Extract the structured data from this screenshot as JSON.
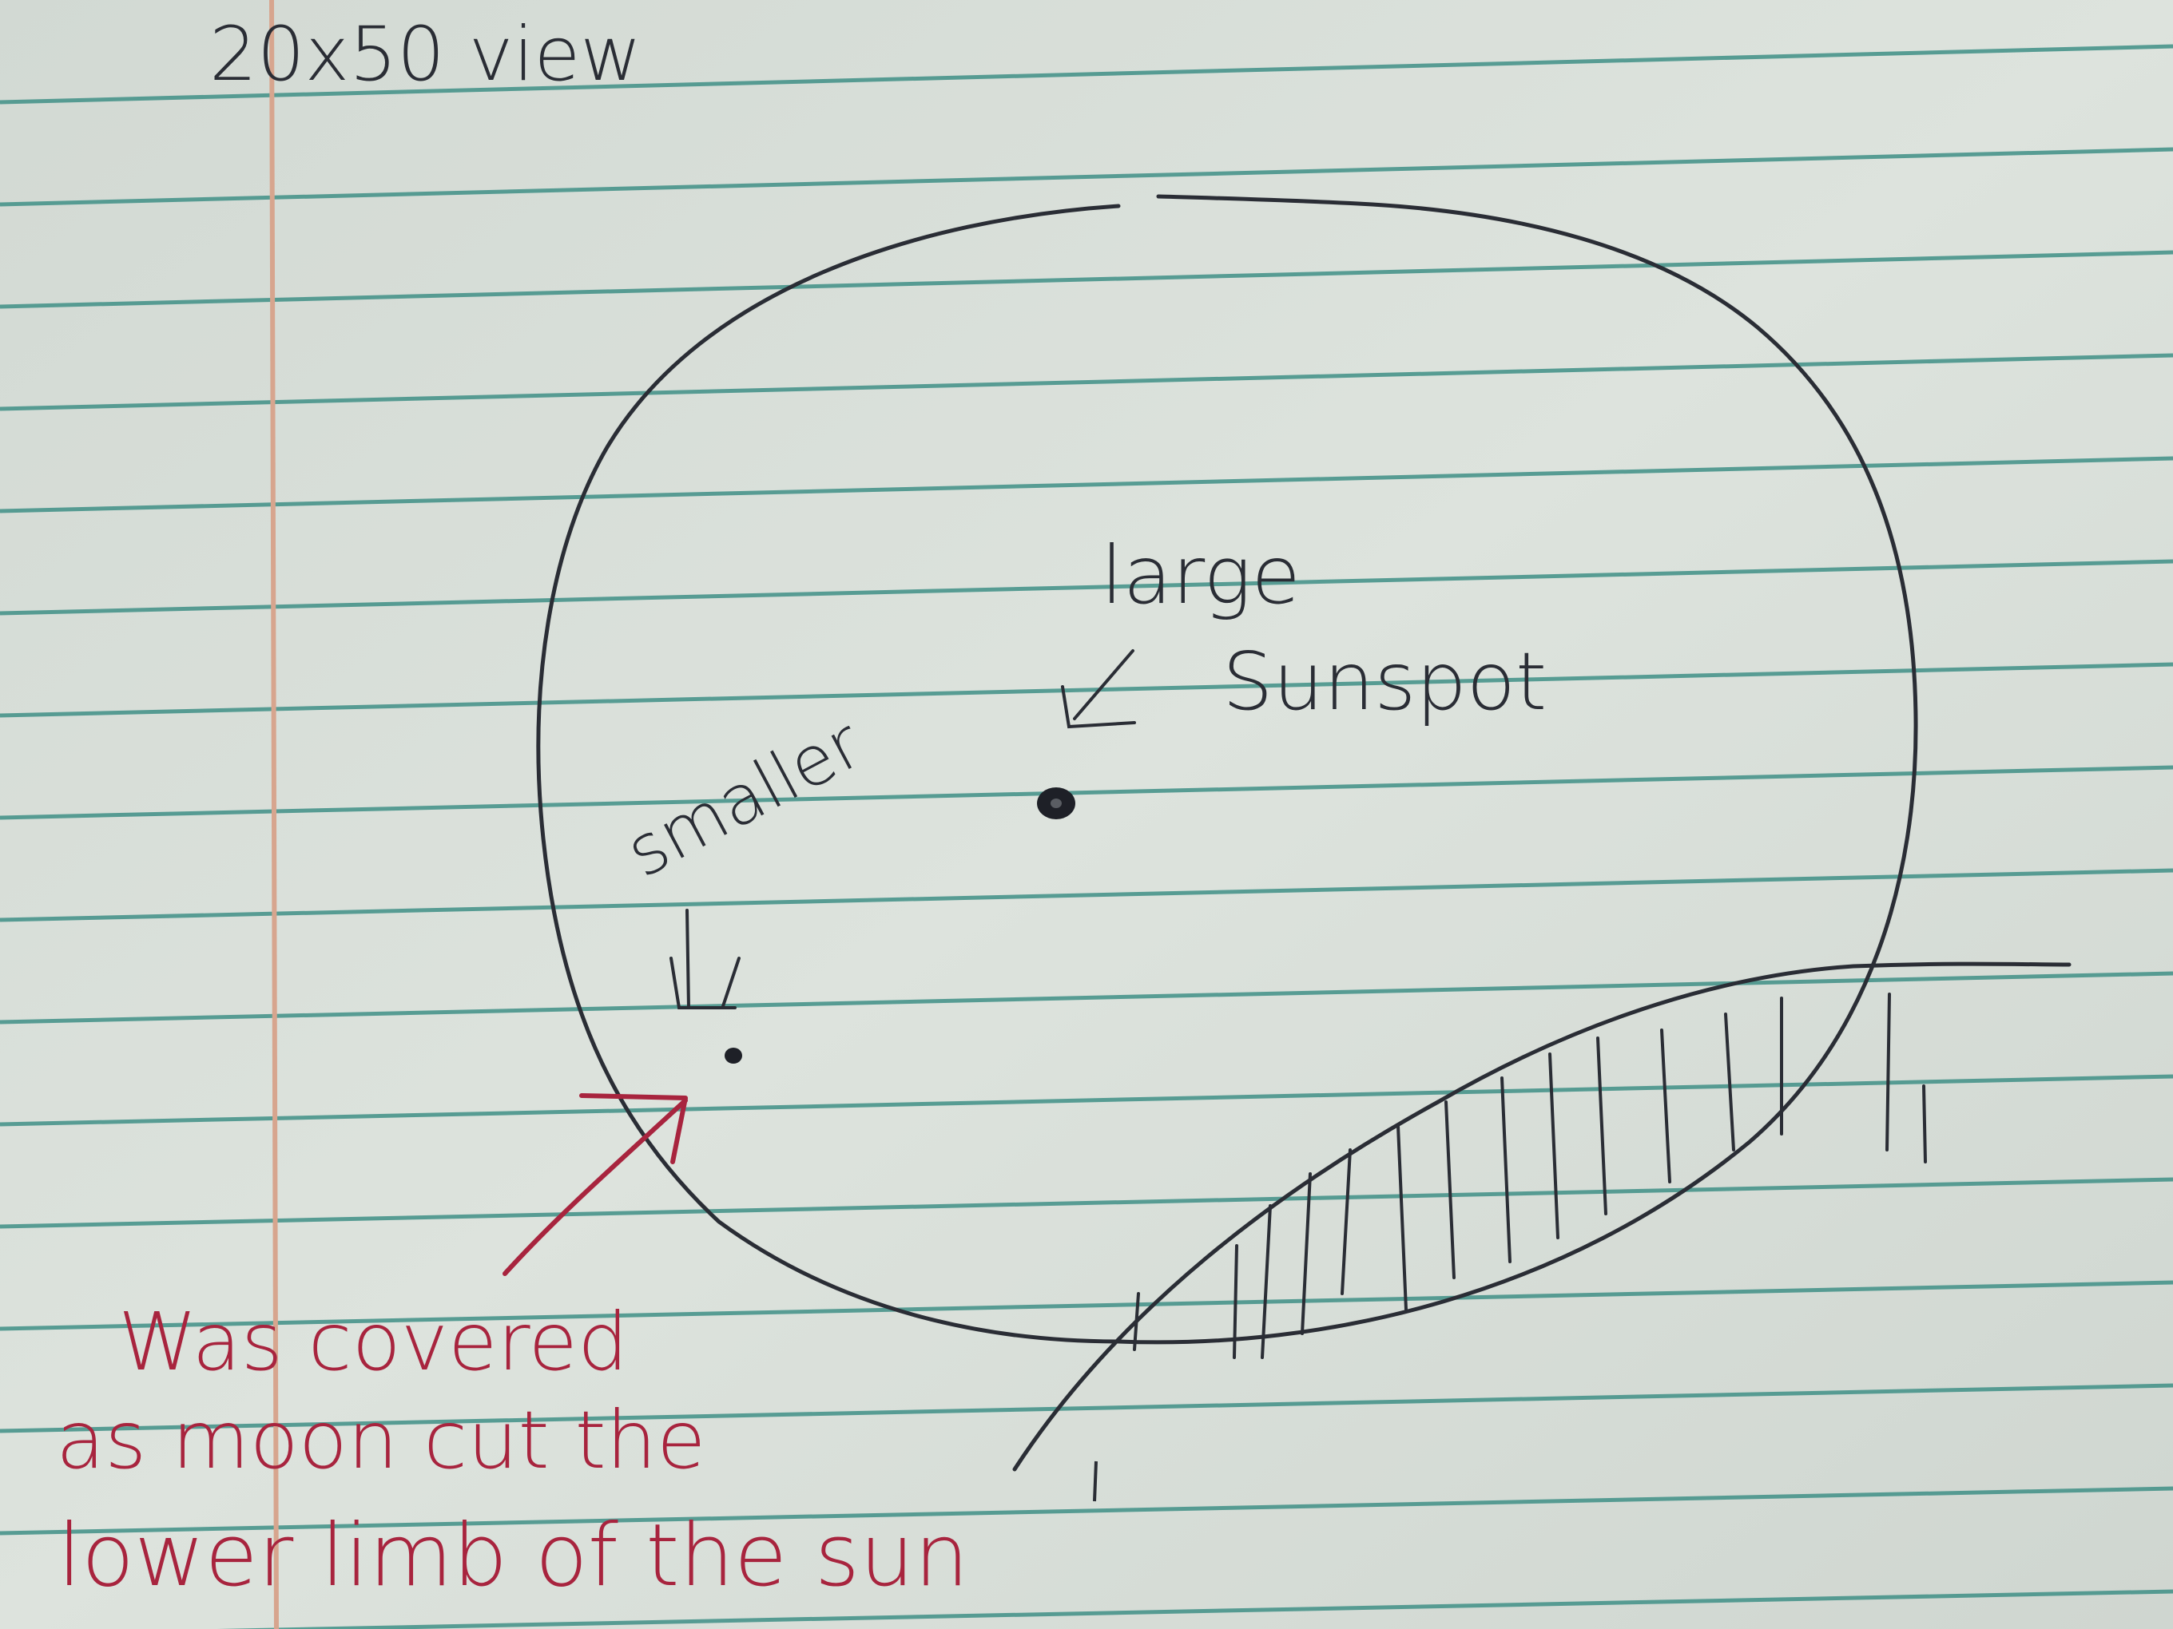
{
  "notes": {
    "heading": "20x50 view",
    "label_large": "large",
    "label_sunspot": "Sunspot",
    "label_smaller": "smaller",
    "red_line_1": "Was covered",
    "red_line_2": "as moon cut the",
    "red_line_3": "lower limb of the sun"
  },
  "colors": {
    "paper": "#d9dfd9",
    "rule_line": "#3f8f86",
    "margin_line": "#d7a58e",
    "ink_pencil": "#2a2d35",
    "ink_red": "#a8243e"
  }
}
